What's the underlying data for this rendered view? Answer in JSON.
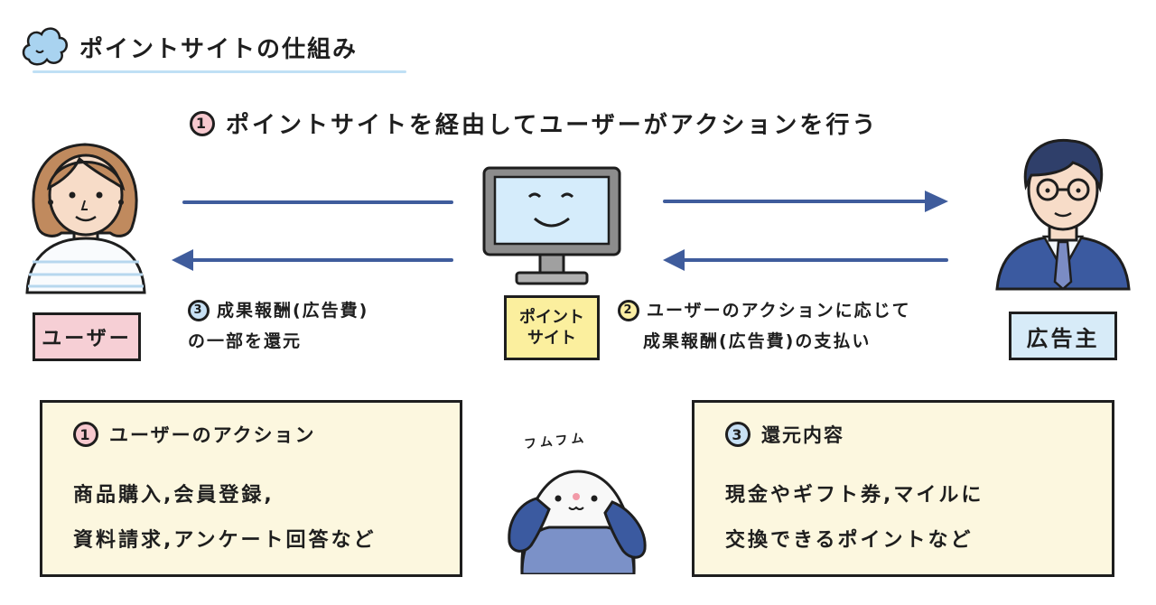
{
  "header": {
    "title": "ポイントサイトの仕組み"
  },
  "step1": {
    "num": "1",
    "text": "ポイントサイトを経由してユーザーがアクションを行う"
  },
  "labels": {
    "user": "ユーザー",
    "site_line1": "ポイント",
    "site_line2": "サイト",
    "advertiser": "広告主"
  },
  "step3_caption": {
    "num": "3",
    "line1": "成果報酬(広告費)",
    "line2": "の一部を還元"
  },
  "step2_caption": {
    "num": "2",
    "line1": "ユーザーのアクションに応じて",
    "line2": "成果報酬(広告費)の支払い"
  },
  "box_left": {
    "num": "1",
    "heading": "ユーザーのアクション",
    "line1": "商品購入,会員登録,",
    "line2": "資料請求,アンケート回答など"
  },
  "box_right": {
    "num": "3",
    "heading": "還元内容",
    "line1": "現金やギフト券,マイルに",
    "line2": "交換できるポイントなど"
  },
  "mascot": {
    "sound": "フムフム"
  },
  "colors": {
    "arrow": "#3f5c9c",
    "pink": "#f6cfd5",
    "yellow": "#fbef9e",
    "blue": "#d7ebf8",
    "box_bg": "#fcf7df"
  }
}
